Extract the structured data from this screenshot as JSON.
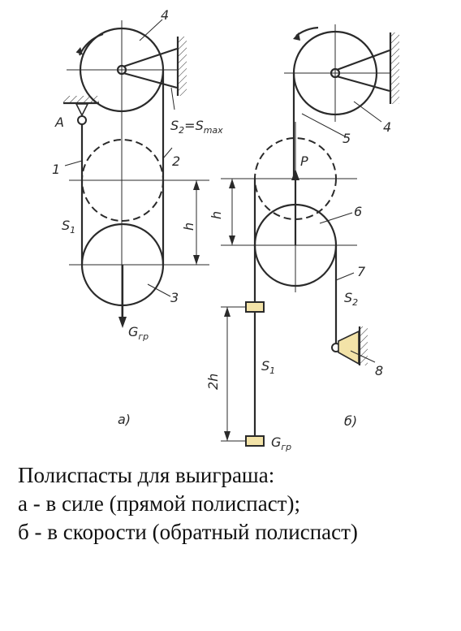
{
  "diagram_a": {
    "labels": {
      "n1": "1",
      "n2": "2",
      "n3": "3",
      "n4": "4",
      "A": "A",
      "S1": "S",
      "S1_sub": "1",
      "S2": "S",
      "S2_sub": "2",
      "S2_eq": "=S",
      "S2_max": "max",
      "h": "h",
      "G": "G",
      "G_sub": "гр",
      "caption": "а)"
    }
  },
  "diagram_b": {
    "labels": {
      "n4": "4",
      "n5": "5",
      "n6": "6",
      "n7": "7",
      "n8": "8",
      "P": "P",
      "h": "h",
      "h2": "2h",
      "S1": "S",
      "S1_sub": "1",
      "S2": "S",
      "S2_sub": "2",
      "G": "G",
      "G_sub": "гр",
      "caption": "б)"
    }
  },
  "caption": {
    "line1": "Полиспасты для выиграша:",
    "line2": "а - в силе (прямой полиспаст);",
    "line3": "б - в скорости (обратный полиспаст)"
  }
}
